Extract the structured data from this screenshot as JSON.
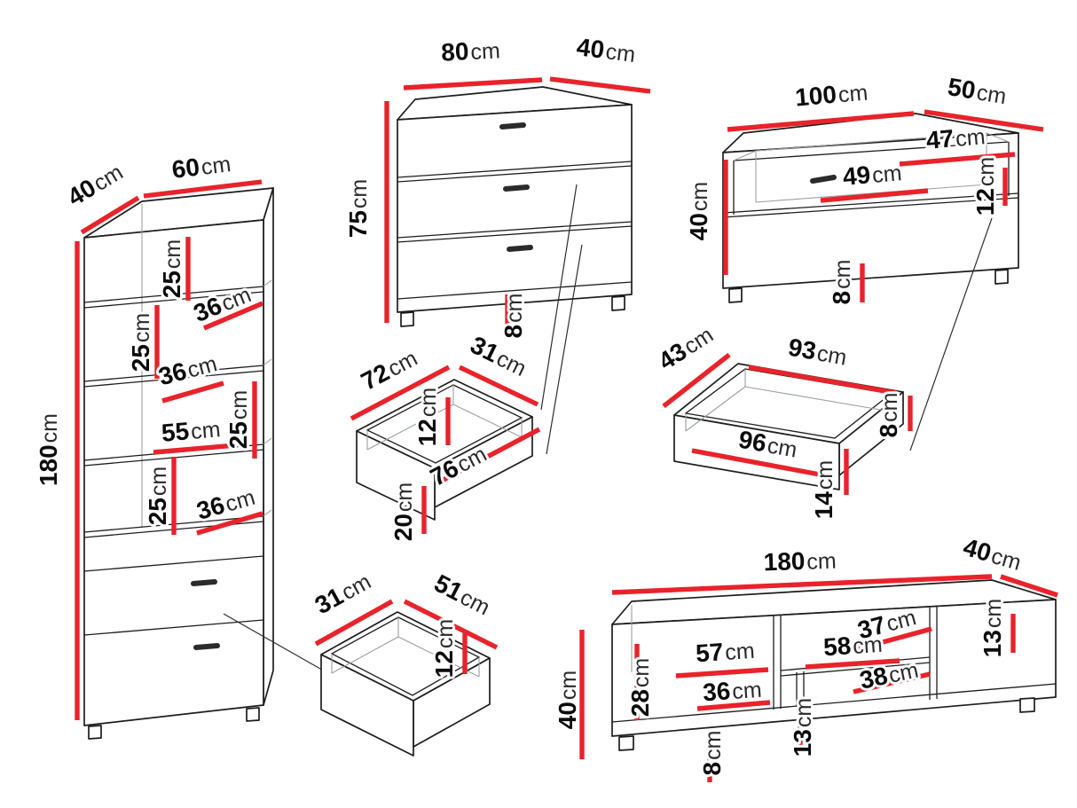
{
  "diagram": {
    "type": "furniture-dimension-diagram",
    "unit": "cm",
    "background_color": "#ffffff",
    "dimension_color": "#e8232b",
    "outline_color": "#1d1d1b"
  },
  "pieces": {
    "tall_cabinet": {
      "name": "tall cabinet",
      "dims": {
        "depth": {
          "value": "40",
          "unit": "cm"
        },
        "width": {
          "value": "60",
          "unit": "cm"
        },
        "height": {
          "value": "180",
          "unit": "cm"
        },
        "section_top": {
          "value": "25",
          "unit": "cm"
        },
        "shelf_top_depth": {
          "value": "36",
          "unit": "cm"
        },
        "section_upper": {
          "value": "25",
          "unit": "cm"
        },
        "shelf_mid_depth": {
          "value": "36",
          "unit": "cm"
        },
        "section_middle": {
          "value": "25",
          "unit": "cm"
        },
        "niche_height": {
          "value": "55",
          "unit": "cm"
        },
        "section_lower": {
          "value": "25",
          "unit": "cm"
        },
        "shelf_bottom_depth": {
          "value": "36",
          "unit": "cm"
        }
      }
    },
    "chest": {
      "name": "chest of drawers",
      "dims": {
        "width": {
          "value": "80",
          "unit": "cm"
        },
        "depth": {
          "value": "40",
          "unit": "cm"
        },
        "height": {
          "value": "75",
          "unit": "cm"
        },
        "base_height": {
          "value": "8",
          "unit": "cm"
        }
      }
    },
    "wall_unit": {
      "name": "wall cabinet",
      "dims": {
        "width": {
          "value": "100",
          "unit": "cm"
        },
        "depth": {
          "value": "50",
          "unit": "cm"
        },
        "height": {
          "value": "40",
          "unit": "cm"
        },
        "inner_width_right": {
          "value": "47",
          "unit": "cm"
        },
        "inner_width_left": {
          "value": "49",
          "unit": "cm"
        },
        "inner_height": {
          "value": "12",
          "unit": "cm"
        },
        "base_height": {
          "value": "8",
          "unit": "cm"
        }
      }
    },
    "chest_drawer": {
      "name": "chest drawer box",
      "dims": {
        "inner_width": {
          "value": "72",
          "unit": "cm"
        },
        "inner_depth": {
          "value": "31",
          "unit": "cm"
        },
        "inner_height": {
          "value": "12",
          "unit": "cm"
        },
        "front_width": {
          "value": "76",
          "unit": "cm"
        },
        "front_height": {
          "value": "20",
          "unit": "cm"
        }
      }
    },
    "long_drawer": {
      "name": "wall unit drawer box",
      "dims": {
        "depth": {
          "value": "43",
          "unit": "cm"
        },
        "inner_width": {
          "value": "93",
          "unit": "cm"
        },
        "front_width": {
          "value": "96",
          "unit": "cm"
        },
        "side_height": {
          "value": "8",
          "unit": "cm"
        },
        "front_height": {
          "value": "14",
          "unit": "cm"
        }
      }
    },
    "small_drawer": {
      "name": "cabinet drawer box",
      "dims": {
        "inner_depth": {
          "value": "31",
          "unit": "cm"
        },
        "inner_width": {
          "value": "51",
          "unit": "cm"
        },
        "inner_height": {
          "value": "12",
          "unit": "cm"
        }
      }
    },
    "tv_stand": {
      "name": "tv stand",
      "dims": {
        "width": {
          "value": "180",
          "unit": "cm"
        },
        "depth": {
          "value": "40",
          "unit": "cm"
        },
        "height": {
          "value": "40",
          "unit": "cm"
        },
        "inner_height": {
          "value": "28",
          "unit": "cm"
        },
        "section_left": {
          "value": "57",
          "unit": "cm"
        },
        "section_middle": {
          "value": "58",
          "unit": "cm"
        },
        "section_back": {
          "value": "37",
          "unit": "cm"
        },
        "niche_right": {
          "value": "13",
          "unit": "cm"
        },
        "lower_left": {
          "value": "36",
          "unit": "cm"
        },
        "lower_middle": {
          "value": "38",
          "unit": "cm"
        },
        "base_height": {
          "value": "8",
          "unit": "cm"
        },
        "lower_divider": {
          "value": "13",
          "unit": "cm"
        }
      }
    }
  }
}
